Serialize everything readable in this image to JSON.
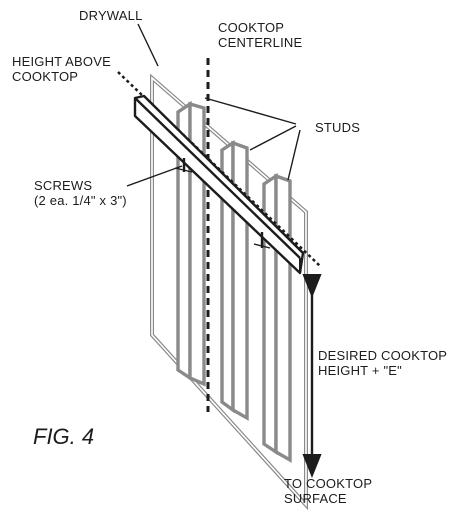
{
  "figure_label": "FIG. 4",
  "labels": {
    "drywall": "DRYWALL",
    "centerline_line1": "COOKTOP",
    "centerline_line2": "CENTERLINE",
    "height_line1": "HEIGHT ABOVE",
    "height_line2": "COOKTOP",
    "studs": "STUDS",
    "screws_line1": "SCREWS",
    "screws_line2": "(2 ea. 1/4\" x 3\")",
    "desired_line1": "DESIRED COOKTOP",
    "desired_line2": "HEIGHT + \"E\"",
    "surface_line1": "TO COOKTOP",
    "surface_line2": "SURFACE"
  }
}
